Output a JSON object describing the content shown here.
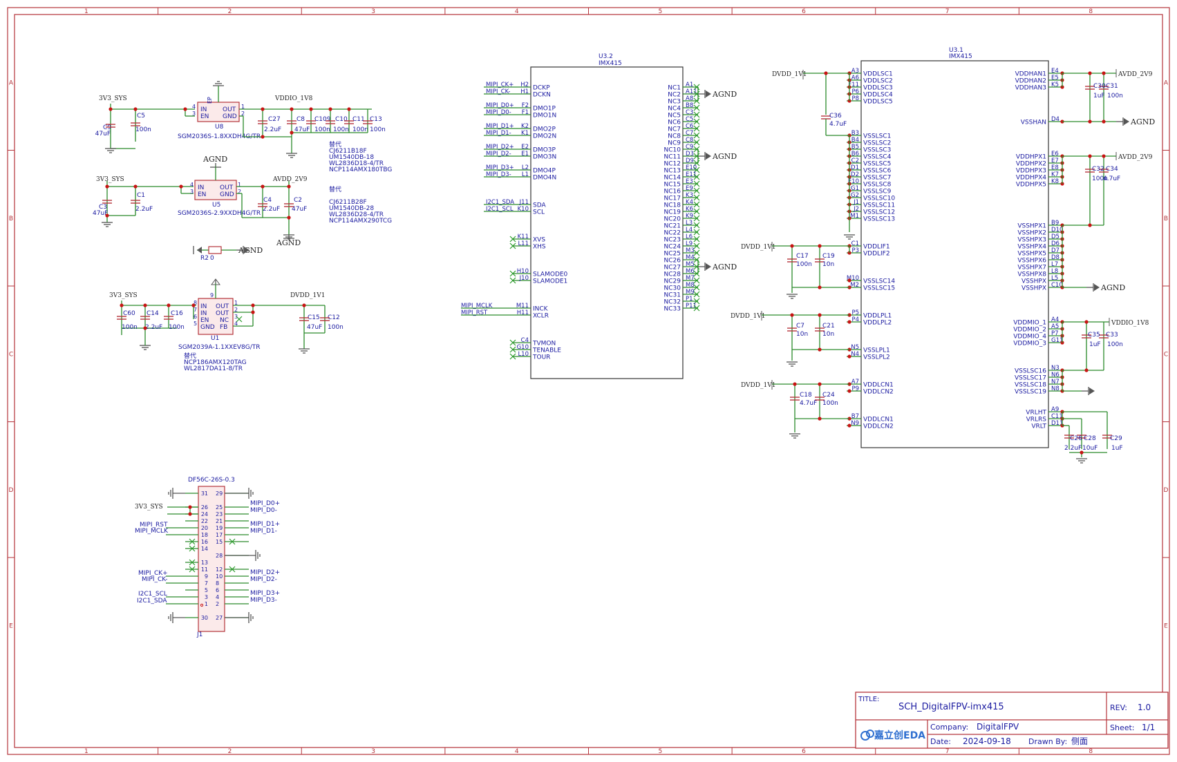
{
  "frame": {
    "columns": [
      "1",
      "2",
      "3",
      "4",
      "5",
      "6",
      "7",
      "8"
    ],
    "rows": [
      "A",
      "B",
      "C",
      "D",
      "E"
    ]
  },
  "colors": {
    "border": "#b5333a",
    "wire": "#2a8a2a",
    "pin_text": "#1a1aa0",
    "junction": "#c81414",
    "nc_mark": "#2a9a2a",
    "gnd": "#555555",
    "text_dark": "#222222"
  },
  "title_block": {
    "title_label": "TITLE:",
    "title": "SCH_DigitalFPV-imx415",
    "rev_label": "REV:",
    "rev": "1.0",
    "company_label": "Company:",
    "company": "DigitalFPV",
    "sheet_label": "Sheet:",
    "sheet": "1/1",
    "date_label": "Date:",
    "date": "2024-09-18",
    "drawn_label": "Drawn By:",
    "drawn": "侧面",
    "logo": "嘉立创EDA"
  },
  "power": {
    "u8": {
      "in_net": "3V3_SYS",
      "out_net": "VDDIO_1V8",
      "ref": "U8",
      "part": "SGM2036S-1.8XXDH4G/TR",
      "pins": [
        "IN",
        "EN",
        "OUT",
        "GND",
        "EP"
      ],
      "pin_nums": [
        "4",
        "3",
        "1",
        "2",
        "5"
      ],
      "caps_in": [
        {
          "ref": "C9",
          "val": "47uF"
        },
        {
          "ref": "C5",
          "val": "100n"
        }
      ],
      "caps_out": [
        {
          "ref": "C27",
          "val": "2.2uF"
        },
        {
          "ref": "C8",
          "val": "47uF"
        },
        {
          "ref": "C109",
          "val": "100n"
        },
        {
          "ref": "C10",
          "val": "100n"
        },
        {
          "ref": "C11",
          "val": "100n"
        },
        {
          "ref": "C13",
          "val": "100n"
        }
      ],
      "alt": [
        "替代",
        "CJ6211B18F",
        "UM1540DB-18",
        "WL2836D18-4/TR",
        "NCP114AMX180TBG"
      ]
    },
    "u5": {
      "in_net": "3V3_SYS",
      "out_net": "AVDD_2V9",
      "gnd_top": "AGND",
      "gnd_bottom": "AGND",
      "ref": "U5",
      "part": "SGM2036S-2.9XXDH4G/TR",
      "caps_in": [
        {
          "ref": "C3",
          "val": "47uF"
        },
        {
          "ref": "C1",
          "val": "2.2uF"
        }
      ],
      "caps_out": [
        {
          "ref": "C4",
          "val": "2.2uF"
        },
        {
          "ref": "C2",
          "val": "47uF"
        }
      ],
      "alt": [
        "替代",
        "CJ6211B28F",
        "UM1540DB-28",
        "WL2836D28-4/TR",
        "NCP114AMX290TCG"
      ]
    },
    "r2": {
      "ref": "R2",
      "val": "0",
      "net": "AGND"
    },
    "u1": {
      "in_net": "3V3_SYS",
      "out_net": "DVDD_1V1",
      "ref": "U1",
      "part": "SGM2039A-1.1XXEV8G/TR",
      "pins": [
        "IN",
        "IN",
        "EN",
        "GND",
        "OUT",
        "OUT",
        "NC",
        "FB"
      ],
      "pin_nums": [
        "8",
        "7",
        "6",
        "5",
        "1",
        "2",
        "3",
        "4",
        "9"
      ],
      "caps_in": [
        {
          "ref": "C60",
          "val": "100n"
        },
        {
          "ref": "C14",
          "val": "2.2uF"
        },
        {
          "ref": "C16",
          "val": "100n"
        }
      ],
      "caps_out": [
        {
          "ref": "C15",
          "val": "47uF"
        },
        {
          "ref": "C12",
          "val": "100n"
        }
      ],
      "alt": [
        "替代",
        "NCP186AMX120TAG",
        "WL2817DA11-8/TR"
      ]
    }
  },
  "connector": {
    "part": "DF56C-26S-0.3",
    "ref": "J1",
    "net_3v3": "3V3_SYS",
    "left_nets": [
      "MIPI_RST",
      "MIPI_MCLK",
      "MIPI_CK+",
      "MIPI_CK-",
      "I2C1_SCL",
      "I2C1_SDA"
    ],
    "right_nets": [
      "MIPI_D0+",
      "MIPI_D0-",
      "MIPI_D1+",
      "MIPI_D1-",
      "MIPI_D2+",
      "MIPI_D2-",
      "MIPI_D3+",
      "MIPI_D3-"
    ],
    "rows": [
      [
        "31",
        "29"
      ],
      [
        "26",
        "25"
      ],
      [
        "24",
        "23"
      ],
      [
        "22",
        "21"
      ],
      [
        "20",
        "19"
      ],
      [
        "18",
        "17"
      ],
      [
        "16",
        "15"
      ],
      [
        "14",
        ""
      ],
      [
        "",
        "28"
      ],
      [
        "13",
        ""
      ],
      [
        "11",
        "12"
      ],
      [
        "9",
        "10"
      ],
      [
        "7",
        "8"
      ],
      [
        "5",
        "6"
      ],
      [
        "3",
        "4"
      ],
      [
        "1",
        "2"
      ],
      [
        "30",
        "27"
      ]
    ]
  },
  "u32": {
    "ref": "U3.2",
    "part": "IMX415",
    "left_pins": [
      {
        "net": "MIPI_CK+",
        "num": "H2",
        "name": "DCKP"
      },
      {
        "net": "MIPI_CK-",
        "num": "H1",
        "name": "DCKN"
      },
      {
        "net": "MIPI_D0+",
        "num": "F2",
        "name": "DMO1P"
      },
      {
        "net": "MIPI_D0-",
        "num": "F1",
        "name": "DMO1N"
      },
      {
        "net": "MIPI_D1+",
        "num": "K2",
        "name": "DMO2P"
      },
      {
        "net": "MIPI_D1-",
        "num": "K1",
        "name": "DMO2N"
      },
      {
        "net": "MIPI_D2+",
        "num": "E2",
        "name": "DMO3P"
      },
      {
        "net": "MIPI_D2-",
        "num": "E1",
        "name": "DMO3N"
      },
      {
        "net": "MIPI_D3+",
        "num": "L2",
        "name": "DMO4P"
      },
      {
        "net": "MIPI_D3-",
        "num": "L1",
        "name": "DMO4N"
      },
      {
        "net": "I2C1_SDA",
        "num": "J11",
        "name": "SDA"
      },
      {
        "net": "I2C1_SCL",
        "num": "K10",
        "name": "SCL"
      },
      {
        "net": "",
        "num": "K11",
        "name": "XVS"
      },
      {
        "net": "",
        "num": "L11",
        "name": "XHS"
      },
      {
        "net": "",
        "num": "H10",
        "name": "SLAMODE0"
      },
      {
        "net": "",
        "num": "J10",
        "name": "SLAMODE1"
      },
      {
        "net": "MIPI_MCLK",
        "num": "M11",
        "name": "INCK"
      },
      {
        "net": "MIPI_RST",
        "num": "H11",
        "name": "XCLR"
      },
      {
        "net": "",
        "num": "C4",
        "name": "TVMON"
      },
      {
        "net": "",
        "num": "G10",
        "name": "TENABLE"
      },
      {
        "net": "",
        "num": "L10",
        "name": "TOUR"
      }
    ],
    "right_pins": [
      {
        "name": "NC1",
        "num": "A1"
      },
      {
        "name": "NC2",
        "num": "A11"
      },
      {
        "name": "NC3",
        "num": "A8"
      },
      {
        "name": "NC4",
        "num": "B8"
      },
      {
        "name": "NC5",
        "num": "C3"
      },
      {
        "name": "NC6",
        "num": "C5"
      },
      {
        "name": "NC7",
        "num": "C6"
      },
      {
        "name": "NC8",
        "num": "C7"
      },
      {
        "name": "NC9",
        "num": "C8"
      },
      {
        "name": "NC10",
        "num": "C9"
      },
      {
        "name": "NC11",
        "num": "D3"
      },
      {
        "name": "NC12",
        "num": "D9"
      },
      {
        "name": "NC13",
        "num": "E10"
      },
      {
        "name": "NC14",
        "num": "E11"
      },
      {
        "name": "NC15",
        "num": "E3"
      },
      {
        "name": "NC16",
        "num": "E9"
      },
      {
        "name": "NC17",
        "num": "K3"
      },
      {
        "name": "NC18",
        "num": "K4"
      },
      {
        "name": "NC19",
        "num": "K6"
      },
      {
        "name": "NC20",
        "num": "K9"
      },
      {
        "name": "NC21",
        "num": "L3"
      },
      {
        "name": "NC22",
        "num": "L4"
      },
      {
        "name": "NC23",
        "num": "L6"
      },
      {
        "name": "NC24",
        "num": "L9"
      },
      {
        "name": "NC25",
        "num": "M3"
      },
      {
        "name": "NC26",
        "num": "M4"
      },
      {
        "name": "NC27",
        "num": "M5"
      },
      {
        "name": "NC28",
        "num": "M6"
      },
      {
        "name": "NC29",
        "num": "M7"
      },
      {
        "name": "NC30",
        "num": "M8"
      },
      {
        "name": "NC31",
        "num": "M9"
      },
      {
        "name": "NC32",
        "num": "P1"
      },
      {
        "name": "NC33",
        "num": "P11"
      }
    ],
    "agnd": "AGND"
  },
  "u31": {
    "ref": "U3.1",
    "part": "IMX415",
    "left_pins": [
      {
        "num": "A3",
        "name": "VDDLSC1"
      },
      {
        "num": "A6",
        "name": "VDDLSC2"
      },
      {
        "num": "F11",
        "name": "VDDLSC3"
      },
      {
        "num": "P6",
        "name": "VDDLSC4"
      },
      {
        "num": "P8",
        "name": "VDDLSC5"
      },
      {
        "num": "B3",
        "name": "VSSLSC1"
      },
      {
        "num": "B4",
        "name": "VSSLSC2"
      },
      {
        "num": "B5",
        "name": "VSSLSC3"
      },
      {
        "num": "B6",
        "name": "VSSLSC4"
      },
      {
        "num": "C2",
        "name": "VSSLSC5"
      },
      {
        "num": "D1",
        "name": "VSSLSC6"
      },
      {
        "num": "D2",
        "name": "VSSLSC7"
      },
      {
        "num": "E10",
        "name": "VSSLSC8"
      },
      {
        "num": "G1",
        "name": "VSSLSC9"
      },
      {
        "num": "G2",
        "name": "VSSLSC10"
      },
      {
        "num": "J1",
        "name": "VSSLSC11"
      },
      {
        "num": "J2",
        "name": "VSSLSC12"
      },
      {
        "num": "M1",
        "name": "VSSLSC13"
      },
      {
        "num": "C1",
        "name": "VDDLIF1"
      },
      {
        "num": "P3",
        "name": "VDDLIF2"
      },
      {
        "num": "M10",
        "name": "VSSLSC14"
      },
      {
        "num": "M2",
        "name": "VSSLSC15"
      },
      {
        "num": "P5",
        "name": "VDDLPL1"
      },
      {
        "num": "P4",
        "name": "VDDLPL2"
      },
      {
        "num": "N5",
        "name": "VSSLPL1"
      },
      {
        "num": "N4",
        "name": "VSSLPL2"
      },
      {
        "num": "A7",
        "name": "VDDLCN1"
      },
      {
        "num": "P9",
        "name": "VDDLCN2"
      },
      {
        "num": "B7",
        "name": "VDDLCN1"
      },
      {
        "num": "N9",
        "name": "VDDLCN2"
      }
    ],
    "right_pins": [
      {
        "num": "E4",
        "name": "VDDHAN1"
      },
      {
        "num": "E5",
        "name": "VDDHAN2"
      },
      {
        "num": "K5",
        "name": "VDDHAN3"
      },
      {
        "num": "D4",
        "name": "VSSHAN"
      },
      {
        "num": "E6",
        "name": "VDDHPX1"
      },
      {
        "num": "E7",
        "name": "VDDHPX2"
      },
      {
        "num": "E8",
        "name": "VDDHPX3"
      },
      {
        "num": "K7",
        "name": "VDDHPX4"
      },
      {
        "num": "K8",
        "name": "VDDHPX5"
      },
      {
        "num": "B9",
        "name": "VSSHPX1"
      },
      {
        "num": "D10",
        "name": "VSSHPX2"
      },
      {
        "num": "D5",
        "name": "VSSHPX3"
      },
      {
        "num": "D6",
        "name": "VSSHPX4"
      },
      {
        "num": "D7",
        "name": "VSSHPX5"
      },
      {
        "num": "D8",
        "name": "VSSHPX6"
      },
      {
        "num": "L7",
        "name": "VSSHPX7"
      },
      {
        "num": "L8",
        "name": "VSSHPX8"
      },
      {
        "num": "L5",
        "name": "VSSHPX"
      },
      {
        "num": "C10",
        "name": "VSSHPX"
      },
      {
        "num": "A4",
        "name": "VDDMIO_1"
      },
      {
        "num": "A5",
        "name": "VDDMIO_2"
      },
      {
        "num": "P7",
        "name": "VDDMIO_4"
      },
      {
        "num": "G11",
        "name": "VDDMIO_3"
      },
      {
        "num": "N3",
        "name": "VSSLSC16"
      },
      {
        "num": "N6",
        "name": "VSSLSC17"
      },
      {
        "num": "N7",
        "name": "VSSLSC18"
      },
      {
        "num": "N8",
        "name": "VSSLSC19"
      },
      {
        "num": "A9",
        "name": "VRLHT"
      },
      {
        "num": "C11",
        "name": "VRLRS"
      },
      {
        "num": "D11",
        "name": "VRLT"
      }
    ],
    "nets": {
      "dvdd": "DVDD_1V1",
      "avdd": "AVDD_2V9",
      "vddio": "VDDIO_1V8",
      "agnd": "AGND"
    },
    "caps": {
      "c36": {
        "ref": "C36",
        "val": "4.7uF"
      },
      "c17": {
        "ref": "C17",
        "val": "100n"
      },
      "c19": {
        "ref": "C19",
        "val": "10n"
      },
      "c7": {
        "ref": "C7",
        "val": "10n"
      },
      "c21": {
        "ref": "C21",
        "val": "10n"
      },
      "c18": {
        "ref": "C18",
        "val": "4.7uF"
      },
      "c24": {
        "ref": "C24",
        "val": "100n"
      },
      "c30": {
        "ref": "C30",
        "val": "1uF"
      },
      "c31": {
        "ref": "C31",
        "val": "100n"
      },
      "c32": {
        "ref": "C32",
        "val": "100n"
      },
      "c34": {
        "ref": "C34",
        "val": "4.7uF"
      },
      "c35": {
        "ref": "C35",
        "val": "1uF"
      },
      "c33": {
        "ref": "C33",
        "val": "100n"
      },
      "c26": {
        "ref": "C26",
        "val": "2.2uF"
      },
      "c28": {
        "ref": "C28",
        "val": "10uF"
      },
      "c29": {
        "ref": "C29",
        "val": "1uF"
      }
    }
  }
}
